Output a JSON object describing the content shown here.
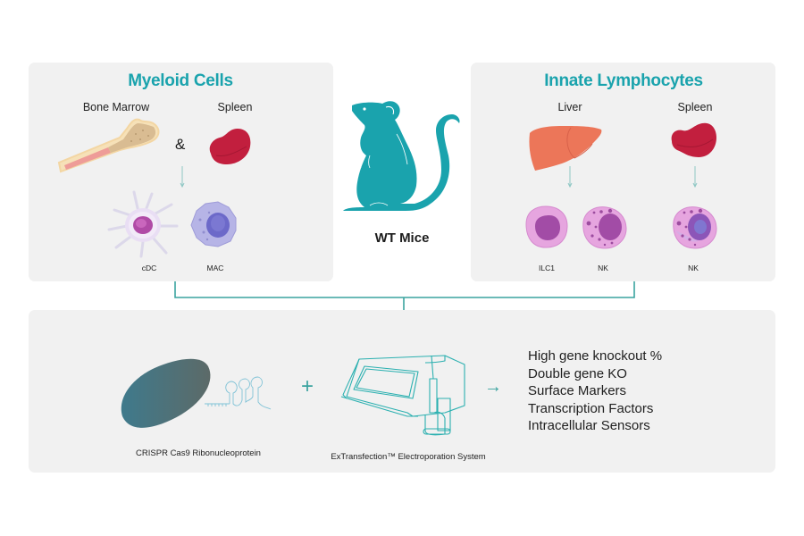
{
  "colors": {
    "accent_teal": "#1aa3ad",
    "connector_teal": "#3aa39f",
    "panel_bg": "#f1f1f1"
  },
  "myeloid_panel": {
    "title": "Myeloid Cells",
    "sources": [
      {
        "label": "Bone Marrow",
        "icon": "bone-icon"
      },
      {
        "label": "Spleen",
        "icon": "spleen-icon"
      }
    ],
    "joiner": "&",
    "cells": [
      {
        "label": "cDC",
        "icon": "dendritic-cell-icon"
      },
      {
        "label": "MAC",
        "icon": "macrophage-icon"
      }
    ]
  },
  "center": {
    "label": "WT Mice",
    "icon": "mouse-icon"
  },
  "innate_panel": {
    "title": "Innate Lymphocytes",
    "sources": [
      {
        "label": "Liver",
        "icon": "liver-icon"
      },
      {
        "label": "Spleen",
        "icon": "spleen-icon"
      }
    ],
    "cells": [
      {
        "label": "ILC1",
        "icon": "ilc1-cell-icon"
      },
      {
        "label": "NK",
        "icon": "nk-cell-icon"
      },
      {
        "label": "NK",
        "icon": "nk-cell-icon"
      }
    ]
  },
  "bottom_panel": {
    "rnp_label": "CRISPR Cas9 Ribonucleoprotein",
    "plus_symbol": "+",
    "device_label": "ExTransfection™ Electroporation System",
    "arrow_symbol": "→",
    "outcomes": [
      "High gene knockout %",
      "Double gene KO",
      "Surface Markers",
      "Transcription Factors",
      "Intracellular Sensors"
    ]
  }
}
